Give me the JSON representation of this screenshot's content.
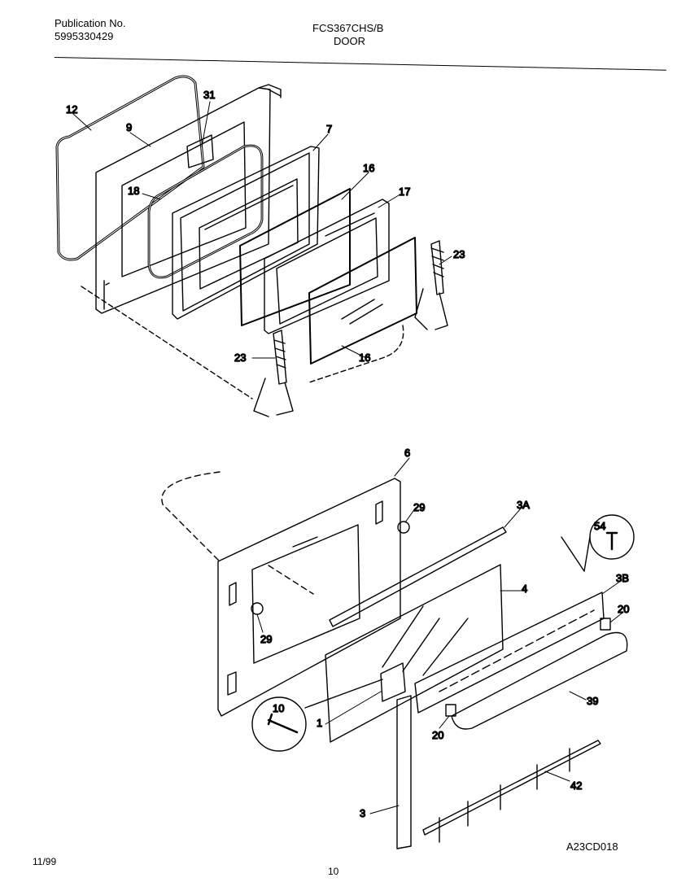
{
  "header": {
    "publication_label": "Publication No.",
    "publication_number": "5995330429",
    "model": "FCS367CHS/B",
    "section": "DOOR"
  },
  "callouts": [
    "12",
    "9",
    "31",
    "7",
    "16",
    "17",
    "18",
    "23",
    "23",
    "16",
    "6",
    "29",
    "3A",
    "54",
    "3B",
    "4",
    "20",
    "29",
    "10",
    "39",
    "1",
    "20",
    "42",
    "3"
  ],
  "footer": {
    "date": "11/99",
    "page": "10",
    "diagram_code": "A23CD018"
  }
}
